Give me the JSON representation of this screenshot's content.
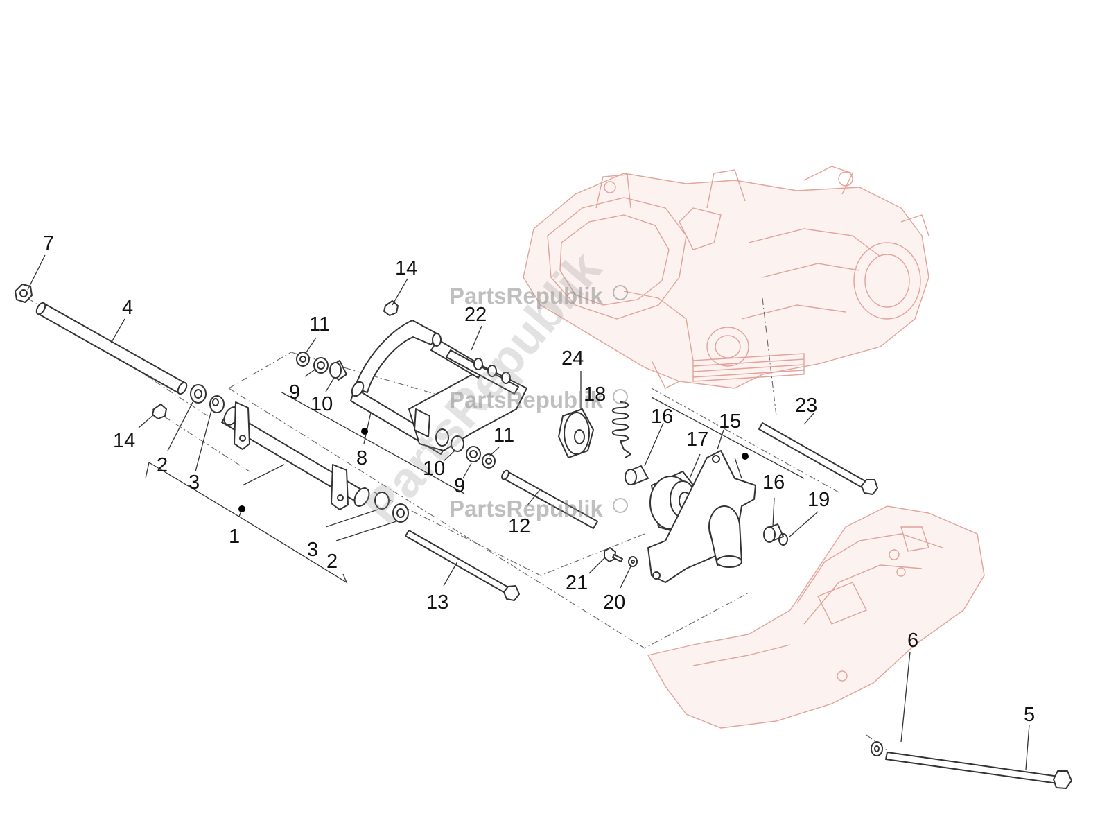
{
  "watermark": {
    "text": "PartsRepublik"
  },
  "callouts": {
    "c1": "1",
    "c2a": "2",
    "c2b": "2",
    "c3a": "3",
    "c3b": "3",
    "c4": "4",
    "c5": "5",
    "c6": "6",
    "c7": "7",
    "c8": "8",
    "c9a": "9",
    "c9b": "9",
    "c10a": "10",
    "c10b": "10",
    "c11a": "11",
    "c11b": "11",
    "c12": "12",
    "c13": "13",
    "c14a": "14",
    "c14b": "14",
    "c15": "15",
    "c16a": "16",
    "c16b": "16",
    "c17": "17",
    "c18": "18",
    "c19": "19",
    "c20": "20",
    "c21": "21",
    "c22": "22",
    "c23": "23",
    "c24": "24"
  },
  "colors": {
    "line": "#333333",
    "ghost": "#e2a39a",
    "watermark": "#8c8c8c"
  }
}
